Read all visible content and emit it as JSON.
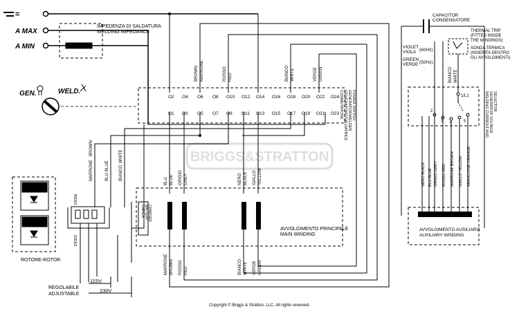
{
  "terminals": {
    "dc": "=",
    "amax": "A MAX",
    "amin": "A MIN"
  },
  "impedance": {
    "line1": "IMPEDENZA DI SALDATURA",
    "line2": "WELDING IMPEDANCE"
  },
  "gen_label": "GEN.",
  "weld_label": "WELD.",
  "switch": {
    "top_pins": [
      "O2",
      "O4",
      "O6",
      "O8",
      "O10",
      "O12",
      "O14",
      "O16",
      "O18",
      "O20",
      "O22",
      "O24"
    ],
    "bottom_pins": [
      "O1",
      "O3",
      "O5",
      "O7",
      "O9",
      "O11",
      "O13",
      "O15",
      "O17",
      "O19",
      "O21",
      "O23"
    ],
    "label_lines": [
      "COMMUTATORE",
      "GENERATORE/SALDATRICE",
      "GENERATOR/WELDER",
      "POWER SWITCH"
    ]
  },
  "top_wires": [
    {
      "it": "MARRONE",
      "en": "BROWN"
    },
    {
      "it": "ROSSO",
      "en": "RED"
    },
    {
      "it": "BIANCO",
      "en": "WHITE"
    },
    {
      "it": "VERDE",
      "en": "GREEN"
    }
  ],
  "capacitor": {
    "line1": "CAPACITOR",
    "line2": "CONDENSATORE"
  },
  "violet": {
    "en": "VIOLET",
    "it": "VIOLA",
    "hz": "(60Hz)"
  },
  "green_verde": {
    "en": "GREEN",
    "it": "VERDE",
    "hz": "(50Hz)"
  },
  "thermal": {
    "lines_en": [
      "THERMAL TRIP",
      "(FITTED INSIDE",
      "THE WINDINGS)"
    ],
    "lines_it": [
      "SONDA TERMICA",
      "(INSERITA DENTRO",
      "GLI AVVOLGIMENTI)"
    ]
  },
  "bianco_white": {
    "it": "BIANCO",
    "en": "WHITE"
  },
  "selector": {
    "lines": [
      "WELDING CURRENT AND",
      "GENERATOR VOLTAGE",
      "SELECTOR"
    ],
    "pins": [
      "1/L1",
      "2",
      "3",
      "4",
      "5"
    ]
  },
  "aux_wires": [
    "NERO BLACK",
    "BLU BLUE",
    "GRIGIO GREY",
    "ROSSO RED",
    "MARRONE BROWN",
    "GIALLO YELLOW",
    "ARANCIONE ORANGE"
  ],
  "aux_winding": {
    "line1": "AVVOLGIMENTO AUSILIARO",
    "line2": "AUXILIARY WINDING"
  },
  "main_winding": {
    "line1": "AVVOLGIMENTO PRINCIPALE",
    "line2": "MAIN WINDING"
  },
  "winding_wires_top": [
    {
      "it": "BLU",
      "en": "BLUE"
    },
    {
      "it": "GRIGIO",
      "en": "GREY"
    },
    {
      "it": "NERO",
      "en": "BLACK"
    },
    {
      "it": "GIALLO",
      "en": "YELLOW"
    }
  ],
  "winding_wires_bottom": [
    {
      "it": "MARRONE",
      "en": "BROWN"
    },
    {
      "it": "ROSSO",
      "en": "RED"
    },
    {
      "it": "BIANCO",
      "en": "WHITE"
    },
    {
      "it": "VERDE",
      "en": "GREEN"
    }
  ],
  "left_wires": [
    {
      "it": "MARRONE",
      "en": "BROWN"
    },
    {
      "it": "BLU",
      "en": "BLUE"
    },
    {
      "it": "BIANCO",
      "en": "WHITE"
    }
  ],
  "diode_label": "DIODE",
  "bridge_label": "DIODO",
  "charger": {
    "line1": "CARICA",
    "line2": "BATTERY",
    "line3": "CHARGER"
  },
  "rotore": "ROTORE-ROTOR",
  "voltages": {
    "v115": "115V",
    "v230": "230V"
  },
  "regolabile": {
    "line1": "REGOLABILE",
    "line2": "ADJUSTABLE"
  },
  "copyright": "Copyright © Briggs & Stratton, LLC. All rights reserved.",
  "watermark": "BRIGGS&STRATTON"
}
